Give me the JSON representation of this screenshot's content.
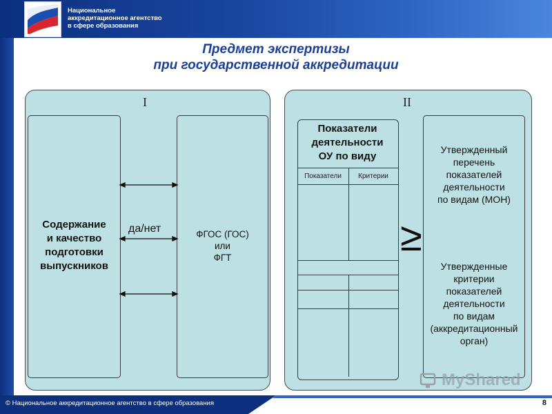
{
  "header": {
    "agency_line1": "Национальное",
    "agency_line2": "аккредитационное агентство",
    "agency_line3": "в сфере образования",
    "background_color": "#1a47a0"
  },
  "title": {
    "line1": "Предмет экспертизы",
    "line2": "при государственной аккредитации",
    "color": "#1c3f94"
  },
  "panel_left": {
    "numeral": "I",
    "content_box": {
      "line1": "Содержание",
      "line2": "и качество",
      "line3": "подготовки",
      "line4": "выпускников"
    },
    "connector_label": "да/нет",
    "standard_box": {
      "line1": "ФГОС (ГОС)",
      "line2": "или",
      "line3": "ФГТ"
    }
  },
  "panel_right": {
    "numeral": "II",
    "indicators_box": {
      "line1": "Показатели",
      "line2": "деятельности",
      "line3": "ОУ по виду",
      "col_indicators": "Показатели",
      "col_criteria": "Критерии"
    },
    "comparison_symbol": "≥",
    "approved_box": {
      "list_line1": "Утвержденный",
      "list_line2": "перечень",
      "list_line3": "показателей",
      "list_line4": "деятельности",
      "list_line5": "по видам (МОН)",
      "crit_line1": "Утвержденные",
      "crit_line2": "критерии",
      "crit_line3": "показателей",
      "crit_line4": "деятельности",
      "crit_line5": "по видам",
      "crit_line6": "(аккредитационный",
      "crit_line7": "орган)"
    },
    "panel_color": "#bde0e5"
  },
  "footer": {
    "copyright": "© Национальное аккредитационное агентство в сфере образования",
    "page_number": "8"
  },
  "watermark": {
    "text": "MyShared"
  }
}
